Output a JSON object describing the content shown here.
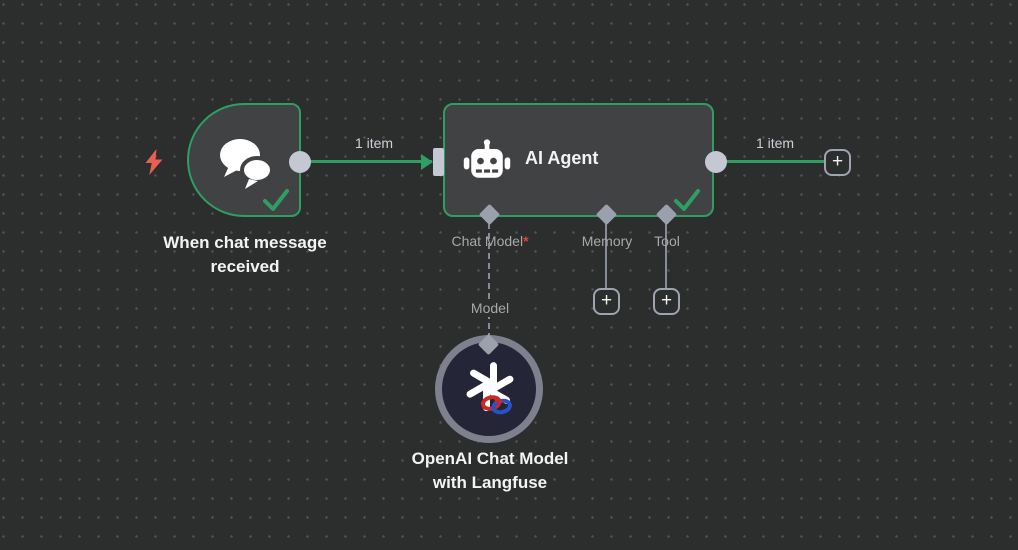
{
  "canvas": {
    "background_color": "#2c2d2d",
    "dot_color": "#545454"
  },
  "palette": {
    "success_green": "#2f9e63",
    "node_fill": "#414244",
    "connector_gray": "#9aa1ad",
    "connector_light": "#c3c8d2",
    "label_gray": "#a8a8a8",
    "required_red": "#d8483a",
    "trigger_bolt_orange": "#e9604f",
    "model_circle_fill": "#242638",
    "model_circle_ring": "#7e818d"
  },
  "trigger_node": {
    "label": "When chat message received",
    "icon": "chat-bubbles-icon",
    "status": "success"
  },
  "agent_node": {
    "title": "AI Agent",
    "icon": "robot-icon",
    "status": "success",
    "ports": [
      {
        "label": "Chat Model",
        "required_marker": "*"
      },
      {
        "label": "Memory",
        "required_marker": ""
      },
      {
        "label": "Tool",
        "required_marker": ""
      }
    ]
  },
  "model_node": {
    "label_line1": "OpenAI Chat Model",
    "label_line2": "with Langfuse",
    "icon": "openai-logo-icon",
    "connection_label": "Model"
  },
  "connections": {
    "trigger_to_agent_label": "1 item",
    "agent_output_label": "1 item"
  },
  "plus_button": {
    "label": "+"
  }
}
